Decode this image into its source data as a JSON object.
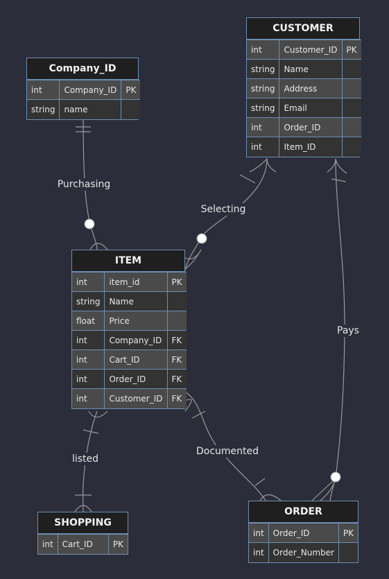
{
  "entities": {
    "company": {
      "title": "Company_ID",
      "rows": [
        {
          "type": "int",
          "name": "Company_ID",
          "key": "PK"
        },
        {
          "type": "string",
          "name": "name",
          "key": ""
        }
      ]
    },
    "customer": {
      "title": "CUSTOMER",
      "rows": [
        {
          "type": "int",
          "name": "Customer_ID",
          "key": "PK"
        },
        {
          "type": "string",
          "name": "Name",
          "key": ""
        },
        {
          "type": "string",
          "name": "Address",
          "key": ""
        },
        {
          "type": "string",
          "name": "Email",
          "key": ""
        },
        {
          "type": "int",
          "name": "Order_ID",
          "key": ""
        },
        {
          "type": "int",
          "name": "Item_ID",
          "key": ""
        }
      ]
    },
    "item": {
      "title": "ITEM",
      "rows": [
        {
          "type": "int",
          "name": "item_id",
          "key": "PK"
        },
        {
          "type": "string",
          "name": "Name",
          "key": ""
        },
        {
          "type": "float",
          "name": "Price",
          "key": ""
        },
        {
          "type": "int",
          "name": "Company_ID",
          "key": "FK"
        },
        {
          "type": "int",
          "name": "Cart_ID",
          "key": "FK"
        },
        {
          "type": "int",
          "name": "Order_ID",
          "key": "FK"
        },
        {
          "type": "int",
          "name": "Customer_ID",
          "key": "FK"
        }
      ]
    },
    "shopping": {
      "title": "SHOPPING",
      "rows": [
        {
          "type": "int",
          "name": "Cart_ID",
          "key": "PK"
        }
      ]
    },
    "order": {
      "title": "ORDER",
      "rows": [
        {
          "type": "int",
          "name": "Order_ID",
          "key": "PK"
        },
        {
          "type": "int",
          "name": "Order_Number",
          "key": ""
        }
      ]
    }
  },
  "relationships": {
    "purchasing": "Purchasing",
    "selecting": "Selecting",
    "pays": "Pays",
    "listed": "listed",
    "documented": "Documented"
  },
  "colors": {
    "background": "#2b2d3a",
    "border": "#6d8fb5",
    "line": "#9a9a9a"
  }
}
